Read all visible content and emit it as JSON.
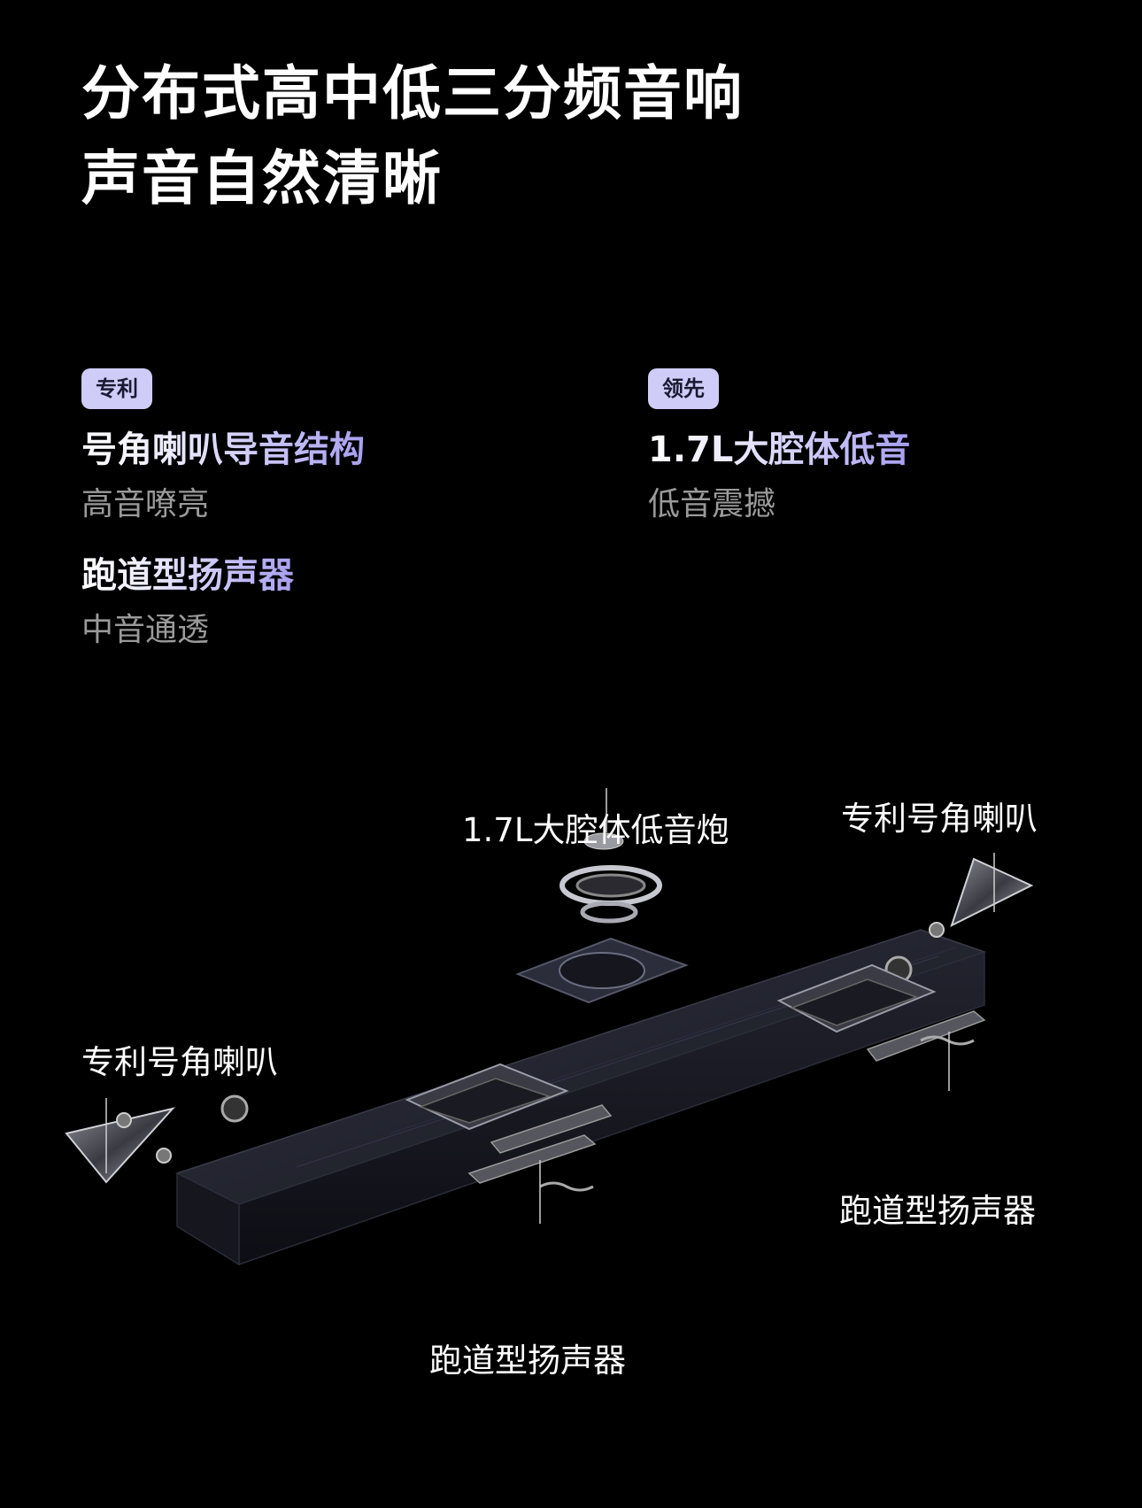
{
  "title": {
    "line1": "分布式高中低三分频音响",
    "line2": "声音自然清晰"
  },
  "features": [
    {
      "badge": "专利",
      "title": "号角喇叭导音结构",
      "subtitle": "高音嘹亮"
    },
    {
      "badge": "领先",
      "title": "1.7L大腔体低音",
      "subtitle": "低音震撼"
    },
    {
      "title": "跑道型扬声器",
      "subtitle": "中音通透"
    }
  ],
  "callouts": {
    "woofer": "1.7L大腔体低音炮",
    "horn_right": "专利号角喇叭",
    "horn_left": "专利号角喇叭",
    "racetrack_right": "跑道型扬声器",
    "racetrack_bottom": "跑道型扬声器"
  }
}
